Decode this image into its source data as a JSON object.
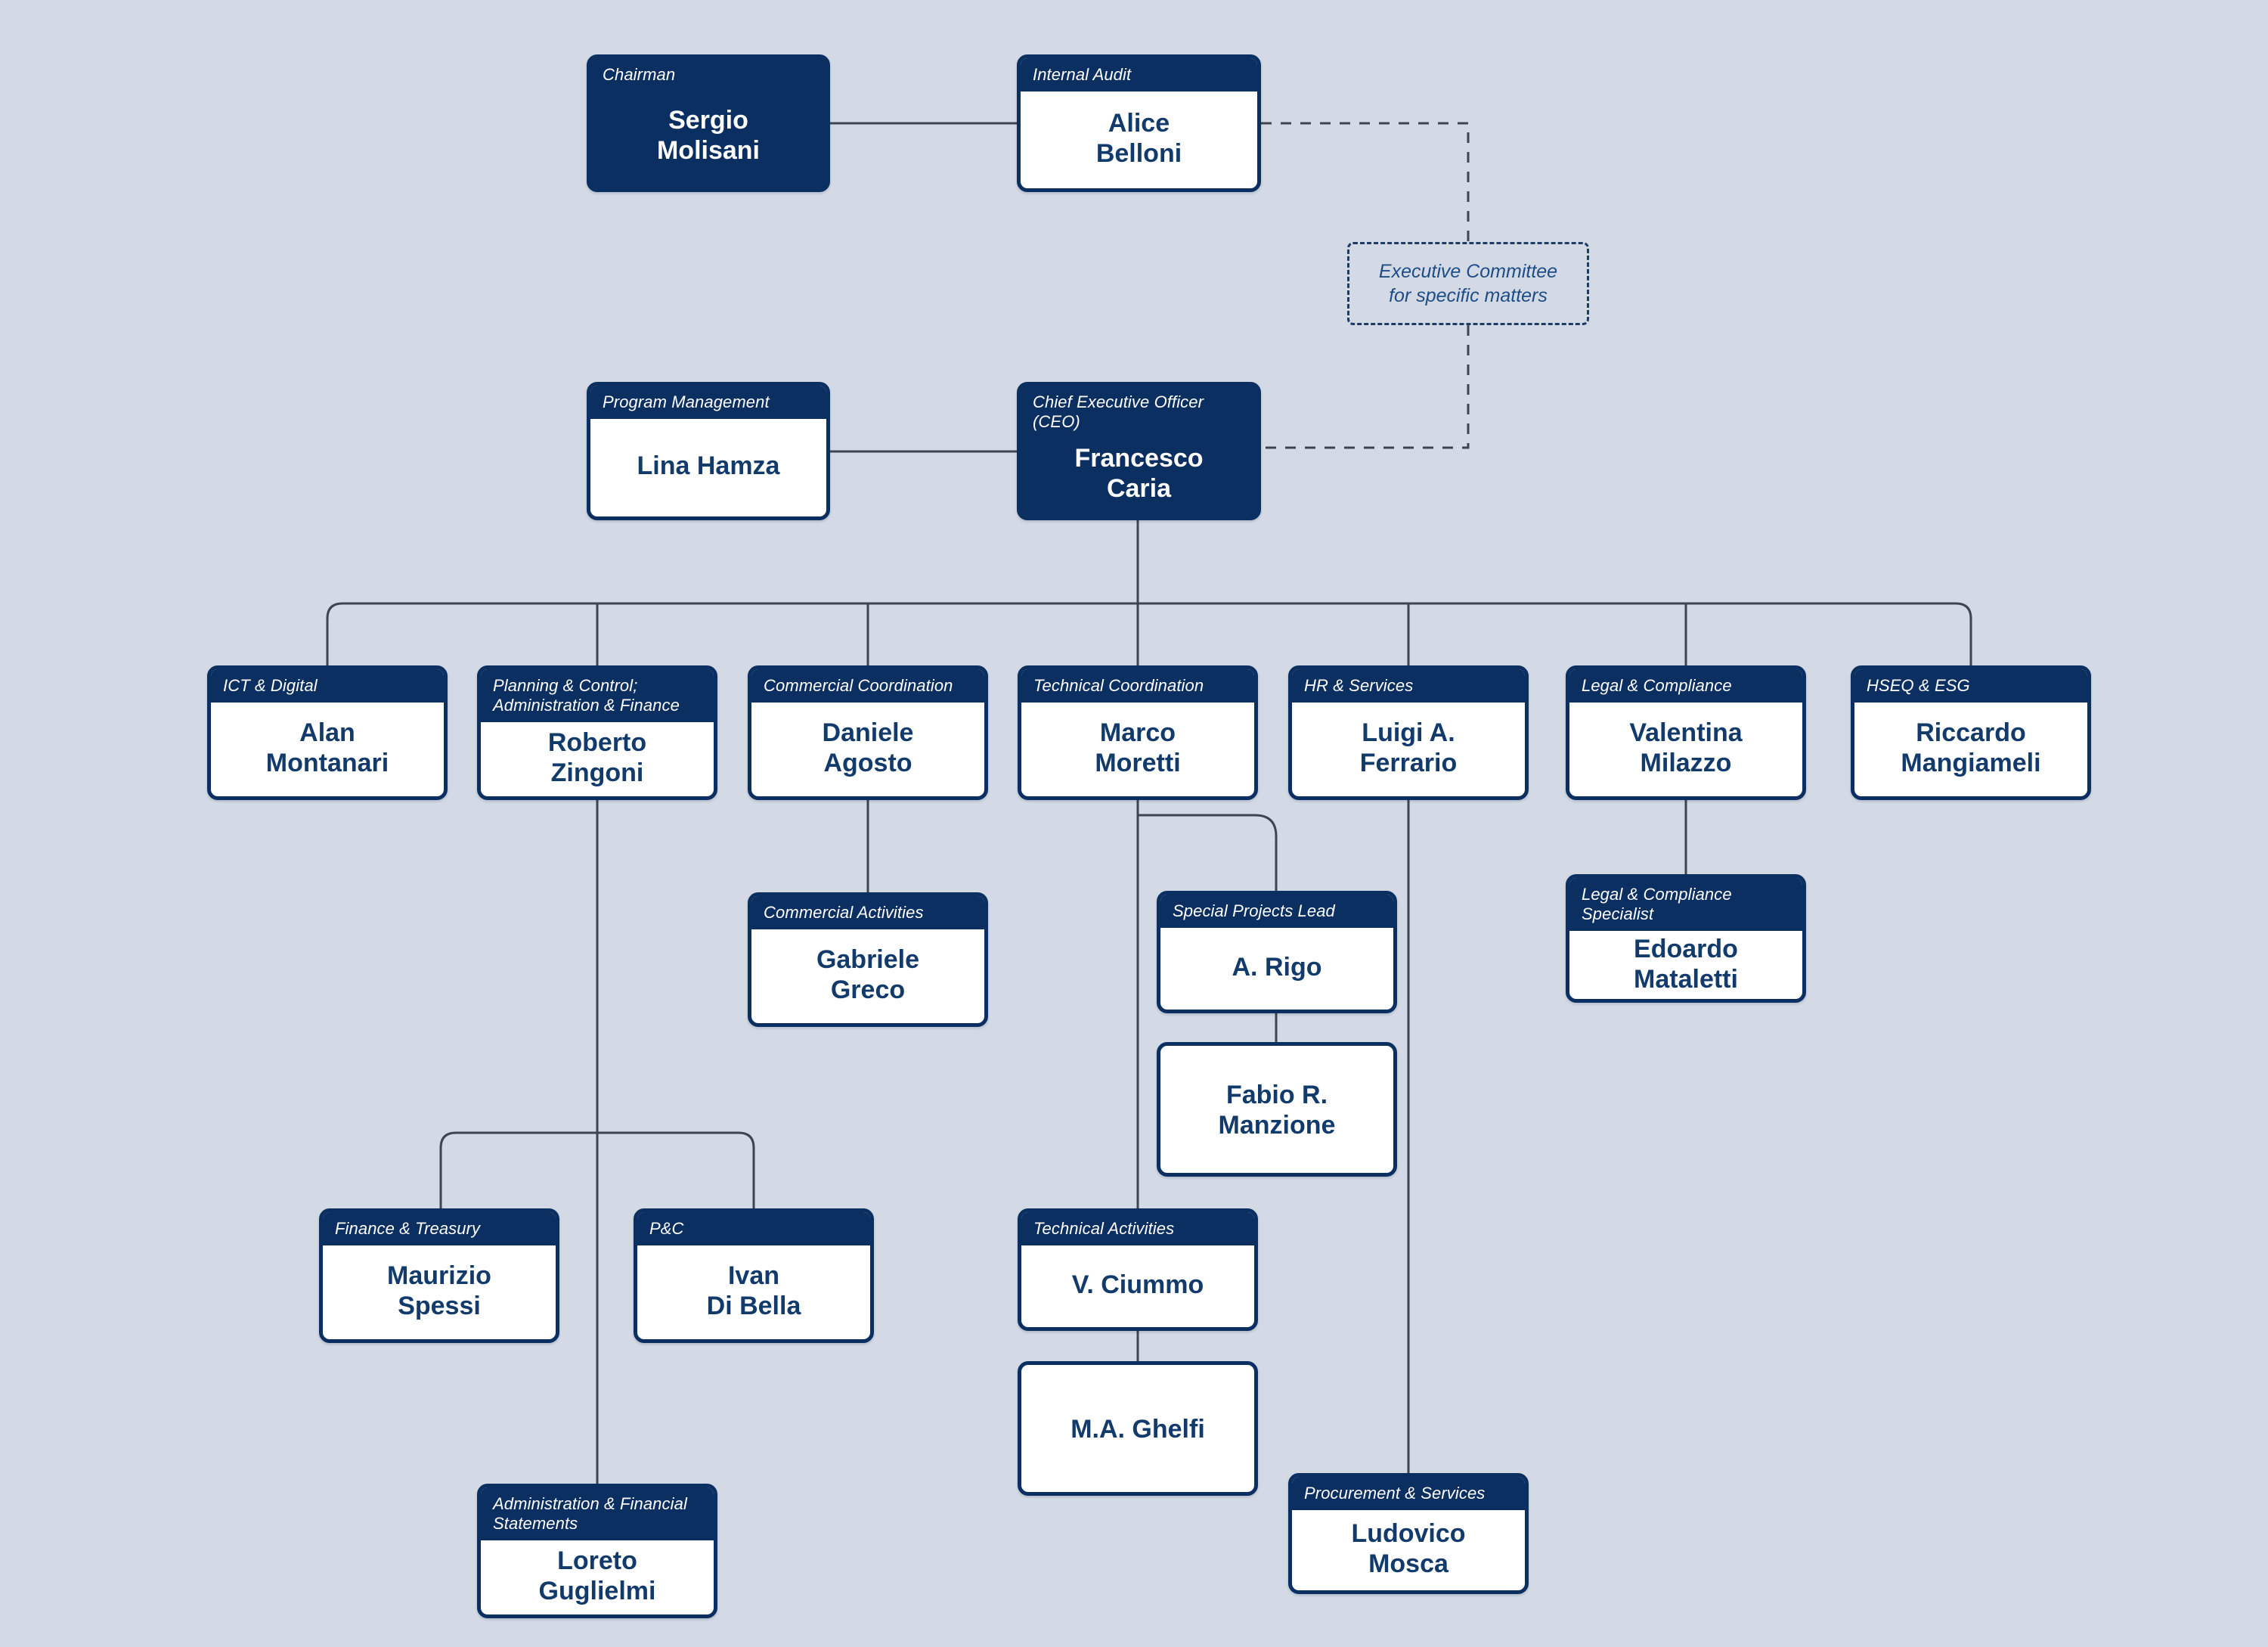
{
  "meta": {
    "title": "Organization Chart",
    "colors": {
      "background": "#d3dae5",
      "navy": "#0c2f62",
      "text_navy": "#123a6b",
      "line": "#3d4550",
      "white": "#ffffff"
    }
  },
  "chart_data": {
    "type": "org-chart",
    "title": "Organization Chart",
    "nodes": [
      {
        "id": "chairman",
        "role": "Chairman",
        "name": "Sergio\nMolisani",
        "style": "filled"
      },
      {
        "id": "internal-audit",
        "role": "Internal Audit",
        "name": "Alice\nBelloni",
        "style": "outline"
      },
      {
        "id": "committee",
        "role": "",
        "name": "Executive Committee\nfor specific matters",
        "style": "dashed"
      },
      {
        "id": "program-mgmt",
        "role": "Program Management",
        "name": "Lina Hamza",
        "style": "outline"
      },
      {
        "id": "ceo",
        "role": "Chief Executive Officer (CEO)",
        "name": "Francesco\nCaria",
        "style": "filled"
      },
      {
        "id": "ict",
        "role": "ICT & Digital",
        "name": "Alan\nMontanari",
        "style": "outline"
      },
      {
        "id": "planning",
        "role": "Planning & Control;\nAdministration & Finance",
        "name": "Roberto\nZingoni",
        "style": "outline"
      },
      {
        "id": "commercial",
        "role": "Commercial Coordination",
        "name": "Daniele\nAgosto",
        "style": "outline"
      },
      {
        "id": "technical",
        "role": "Technical Coordination",
        "name": "Marco\nMoretti",
        "style": "outline"
      },
      {
        "id": "hr",
        "role": "HR & Services",
        "name": "Luigi A.\nFerrario",
        "style": "outline"
      },
      {
        "id": "legal",
        "role": "Legal & Compliance",
        "name": "Valentina\nMilazzo",
        "style": "outline"
      },
      {
        "id": "hseq",
        "role": "HSEQ & ESG",
        "name": "Riccardo\nMangiameli",
        "style": "outline"
      },
      {
        "id": "comm-act",
        "role": "Commercial Activities",
        "name": "Gabriele\nGreco",
        "style": "outline"
      },
      {
        "id": "special",
        "role": "Special Projects Lead",
        "name": "A. Rigo",
        "style": "outline"
      },
      {
        "id": "manzione",
        "role": "",
        "name": "Fabio R.\nManzione",
        "style": "outline"
      },
      {
        "id": "legal-spec",
        "role": "Legal & Compliance Specialist",
        "name": "Edoardo\nMataletti",
        "style": "outline"
      },
      {
        "id": "finance",
        "role": "Finance & Treasury",
        "name": "Maurizio\nSpessi",
        "style": "outline"
      },
      {
        "id": "pc",
        "role": "P&C",
        "name": "Ivan\nDi Bella",
        "style": "outline"
      },
      {
        "id": "tech-act",
        "role": "Technical Activities",
        "name": "V. Ciummo",
        "style": "outline"
      },
      {
        "id": "ghelfi",
        "role": "",
        "name": "M.A. Ghelfi",
        "style": "outline"
      },
      {
        "id": "admin-fin",
        "role": "Administration & Financial\nStatements",
        "name": "Loreto\nGuglielmi",
        "style": "outline"
      },
      {
        "id": "procurement",
        "role": "Procurement & Services",
        "name": "Ludovico\nMosca",
        "style": "outline"
      }
    ],
    "edges": [
      {
        "from": "chairman",
        "to": "internal-audit",
        "style": "solid"
      },
      {
        "from": "internal-audit",
        "to": "committee",
        "style": "dashed"
      },
      {
        "from": "committee",
        "to": "ceo",
        "style": "dashed"
      },
      {
        "from": "program-mgmt",
        "to": "ceo",
        "style": "solid"
      },
      {
        "from": "ceo",
        "to": "ict",
        "style": "solid"
      },
      {
        "from": "ceo",
        "to": "planning",
        "style": "solid"
      },
      {
        "from": "ceo",
        "to": "commercial",
        "style": "solid"
      },
      {
        "from": "ceo",
        "to": "technical",
        "style": "solid"
      },
      {
        "from": "ceo",
        "to": "hr",
        "style": "solid"
      },
      {
        "from": "ceo",
        "to": "legal",
        "style": "solid"
      },
      {
        "from": "ceo",
        "to": "hseq",
        "style": "solid"
      },
      {
        "from": "commercial",
        "to": "comm-act",
        "style": "solid"
      },
      {
        "from": "technical",
        "to": "special",
        "style": "solid"
      },
      {
        "from": "special",
        "to": "manzione",
        "style": "solid"
      },
      {
        "from": "technical",
        "to": "tech-act",
        "style": "solid"
      },
      {
        "from": "tech-act",
        "to": "ghelfi",
        "style": "solid"
      },
      {
        "from": "legal",
        "to": "legal-spec",
        "style": "solid"
      },
      {
        "from": "planning",
        "to": "finance",
        "style": "solid"
      },
      {
        "from": "planning",
        "to": "pc",
        "style": "solid"
      },
      {
        "from": "planning",
        "to": "admin-fin",
        "style": "solid"
      },
      {
        "from": "hr",
        "to": "procurement",
        "style": "solid"
      }
    ]
  },
  "nodes": {
    "chairman": {
      "role": "Chairman",
      "name": "Sergio\nMolisani"
    },
    "internal_audit": {
      "role": "Internal Audit",
      "name": "Alice\nBelloni"
    },
    "committee": {
      "text": "Executive Committee\nfor specific matters"
    },
    "program_mgmt": {
      "role": "Program Management",
      "name": "Lina Hamza"
    },
    "ceo": {
      "role": "Chief Executive Officer (CEO)",
      "name": "Francesco\nCaria"
    },
    "ict": {
      "role": "ICT & Digital",
      "name": "Alan\nMontanari"
    },
    "planning": {
      "role": "Planning & Control;\nAdministration & Finance",
      "name": "Roberto\nZingoni"
    },
    "commercial": {
      "role": "Commercial Coordination",
      "name": "Daniele\nAgosto"
    },
    "technical": {
      "role": "Technical Coordination",
      "name": "Marco\nMoretti"
    },
    "hr": {
      "role": "HR & Services",
      "name": "Luigi A.\nFerrario"
    },
    "legal": {
      "role": "Legal & Compliance",
      "name": "Valentina\nMilazzo"
    },
    "hseq": {
      "role": "HSEQ & ESG",
      "name": "Riccardo\nMangiameli"
    },
    "comm_act": {
      "role": "Commercial Activities",
      "name": "Gabriele\nGreco"
    },
    "special": {
      "role": "Special Projects Lead",
      "name": "A. Rigo"
    },
    "manzione": {
      "name": "Fabio R.\nManzione"
    },
    "legal_spec": {
      "role": "Legal & Compliance Specialist",
      "name": "Edoardo\nMataletti"
    },
    "finance": {
      "role": "Finance & Treasury",
      "name": "Maurizio\nSpessi"
    },
    "pc": {
      "role": "P&C",
      "name": "Ivan\nDi Bella"
    },
    "tech_act": {
      "role": "Technical Activities",
      "name": "V. Ciummo"
    },
    "ghelfi": {
      "name": "M.A. Ghelfi"
    },
    "admin_fin": {
      "role": "Administration & Financial\nStatements",
      "name": "Loreto\nGuglielmi"
    },
    "procurement": {
      "role": "Procurement & Services",
      "name": "Ludovico\nMosca"
    }
  }
}
